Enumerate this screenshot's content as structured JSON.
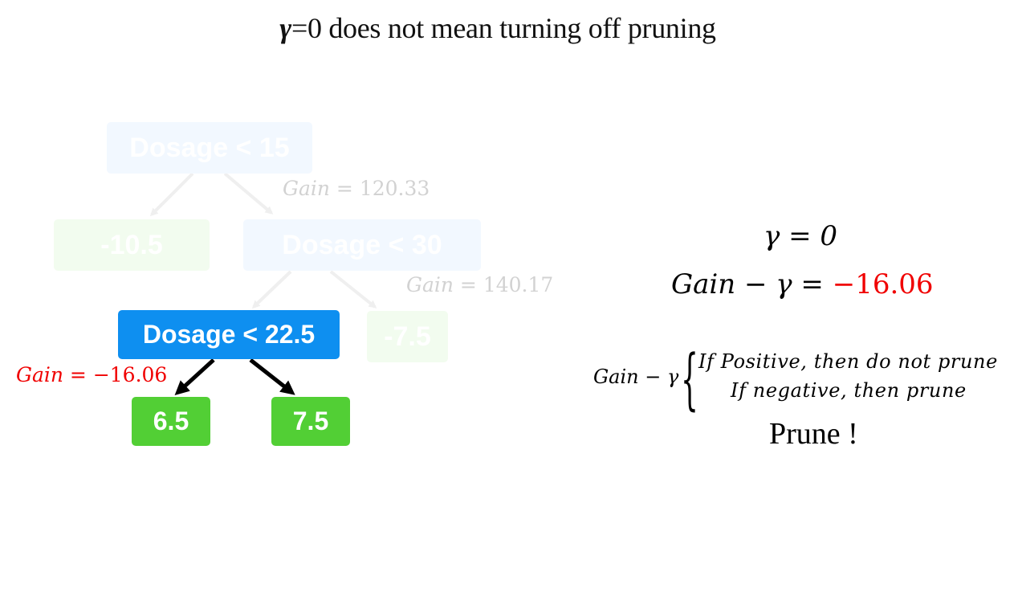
{
  "title": {
    "gamma": "γ",
    "rest": "=0 does not mean turning off pruning"
  },
  "tree": {
    "root": "Dosage < 15",
    "root_gain_lhs": "Gain",
    "root_gain_rhs": " = 120.33",
    "left_leaf": "-10.5",
    "mid": "Dosage < 30",
    "mid_gain_lhs": "Gain",
    "mid_gain_rhs": " = 140.17",
    "right_leaf": "-7.5",
    "focus": "Dosage < 22.5",
    "focus_gain_lhs": "Gain",
    "focus_gain_rhs": " = −16.06",
    "leaf_a": "6.5",
    "leaf_b": "7.5"
  },
  "right_panel": {
    "gamma_eq": "γ = 0",
    "gain_minus_gamma_lhs": "Gain",
    "gain_minus_gamma_mid": " − γ = ",
    "gain_minus_gamma_value": "−16.06",
    "rule_lead": "Gain − γ",
    "rule_positive": "If  Positive, then do not prune",
    "rule_negative": "If  negative, then prune",
    "verdict": "Prune !"
  },
  "colors": {
    "node_blue": "#0e8ff0",
    "leaf_green": "#52cf35",
    "negative_red": "#f00000",
    "faded_text": "#d2d2d2"
  }
}
